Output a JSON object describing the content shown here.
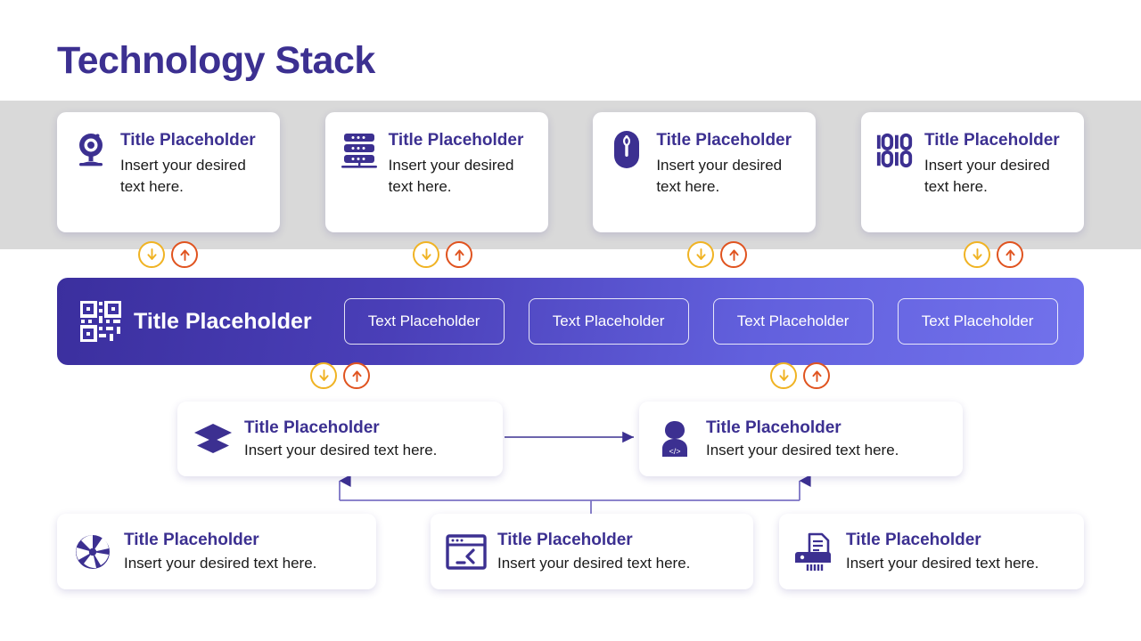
{
  "page": {
    "title": "Technology Stack",
    "accent_purple": "#3c3091",
    "banner_gradient_from": "#3b2f9e",
    "banner_gradient_to": "#7272ec",
    "band_gray": "#d9d9d9",
    "arrow_down_color": "#f0b323",
    "arrow_up_color": "#e0531f"
  },
  "top_cards": [
    {
      "icon": "webcam-icon",
      "title": "Title Placeholder",
      "desc": "Insert your desired  text here."
    },
    {
      "icon": "server-rack-icon",
      "title": "Title Placeholder",
      "desc": "Insert your desired  text here."
    },
    {
      "icon": "mouse-icon",
      "title": "Title Placeholder",
      "desc": "Insert your desired  text here."
    },
    {
      "icon": "binary-code-icon",
      "title": "Title Placeholder",
      "desc": "Insert your desired  text here."
    }
  ],
  "banner": {
    "icon": "qr-code-icon",
    "title": "Title Placeholder",
    "pills": [
      {
        "label": "Text Placeholder"
      },
      {
        "label": "Text Placeholder"
      },
      {
        "label": "Text Placeholder"
      },
      {
        "label": "Text Placeholder"
      }
    ]
  },
  "mid_cards": [
    {
      "icon": "layers-icon",
      "title": "Title Placeholder",
      "desc": "Insert your desired  text here."
    },
    {
      "icon": "developer-icon",
      "title": "Title Placeholder",
      "desc": "Insert your desired  text here."
    }
  ],
  "bottom_cards": [
    {
      "icon": "aperture-icon",
      "title": "Title Placeholder",
      "desc": "Insert your desired text here."
    },
    {
      "icon": "terminal-icon",
      "title": "Title Placeholder",
      "desc": "Insert your desired text here."
    },
    {
      "icon": "printer-icon",
      "title": "Title Placeholder",
      "desc": "Insert your desired text here."
    }
  ],
  "arrow_markers": {
    "down_glyph": "↓",
    "up_glyph": "↑"
  }
}
